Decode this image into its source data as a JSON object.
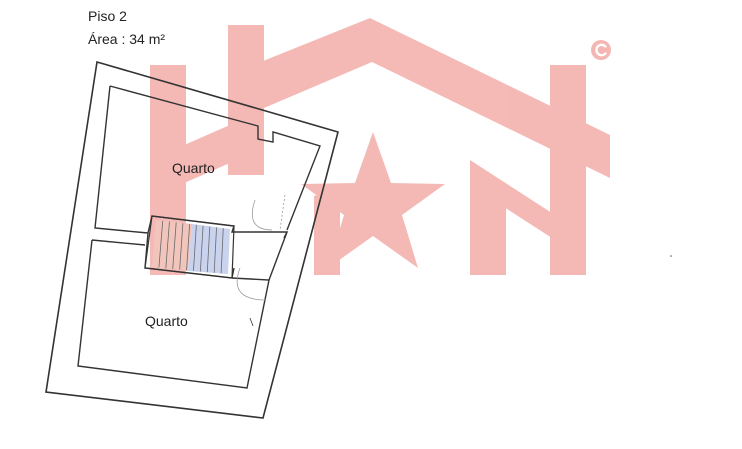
{
  "plan": {
    "floor_label": "Piso 2",
    "area_label": "Área : 34 m²",
    "rooms": [
      {
        "label": "Quarto"
      },
      {
        "label": "Quarto"
      }
    ]
  },
  "watermark": {
    "icon": "house-star-logo-icon",
    "copyright_icon": "copyright-icon",
    "color": "#f4b6b2"
  },
  "colors": {
    "wall_line": "#333333",
    "stair_left": "#f1c4bc",
    "stair_right": "#c9d3ee",
    "background": "#ffffff"
  }
}
